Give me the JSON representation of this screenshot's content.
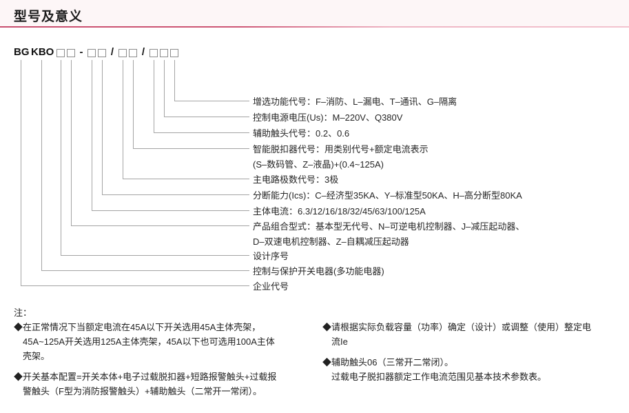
{
  "page": {
    "title": "型号及意义"
  },
  "model_code": {
    "prefix": "BG",
    "series": "KBO",
    "separator_dash": "-",
    "separator_slash1": "/",
    "separator_slash2": "/"
  },
  "diagram": {
    "labels": [
      "增选功能代号：F–消防、L–漏电、T–通讯、G–隔离",
      "控制电源电压(Us)：M–220V、Q380V",
      "辅助触头代号：0.2、0.6",
      "智能脱扣器代号：用类别代号+额定电流表示",
      "(S–数码管、Z–液晶)+(0.4~125A)",
      "主电路极数代号：3极",
      "分断能力(Ics)：C–经济型35KA、Y–标准型50KA、H–高分断型80KA",
      "主体电流：6.3/12/16/18/32/45/63/100/125A",
      "产品组合型式：基本型无代号、N–可逆电机控制器、J–减压起动器、",
      "D–双速电机控制器、Z–自耦减压起动器",
      "设计序号",
      "控制与保护开关电器(多功能电器)",
      "企业代号"
    ]
  },
  "notes": {
    "heading": "注：",
    "left": [
      "◆在正常情况下当额定电流在45A以下开关选用45A主体壳架，\n45A~125A开关选用125A主体壳架，45A以下也可选用100A主体\n壳架。",
      "◆开关基本配置=开关本体+电子过载脱扣器+短路报警触头+过载报\n警触头（F型为消防报警触头）+辅助触头（二常开一常闭）。"
    ],
    "right": [
      "◆请根据实际负载容量（功率）确定（设计）或调整（使用）整定电\n流Ie",
      "◆辅助触头06（三常开二常闭）。\n过载电子脱扣器额定工作电流范围见基本技术参数表。"
    ]
  },
  "colors": {
    "accent_rose": "#c84e6e",
    "accent_pink": "#f3c3cf",
    "connector_gray": "#a3a3a3"
  }
}
